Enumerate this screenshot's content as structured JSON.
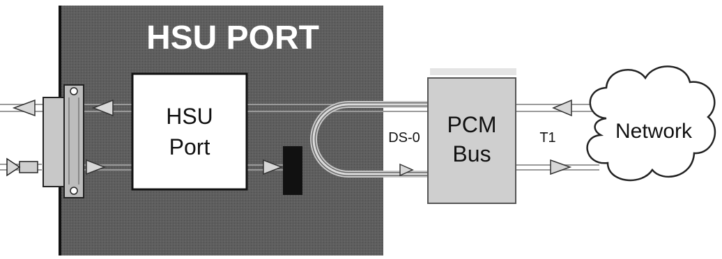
{
  "panel": {
    "title": "HSU PORT",
    "color": "#5b5b5b"
  },
  "hsu_port_box": {
    "line1": "HSU",
    "line2": "Port"
  },
  "pcm_bus": {
    "line1": "PCM",
    "line2": "Bus",
    "color": "#cfcfcf"
  },
  "labels": {
    "ds0": "DS-0",
    "t1": "T1"
  },
  "network": {
    "label": "Network"
  }
}
